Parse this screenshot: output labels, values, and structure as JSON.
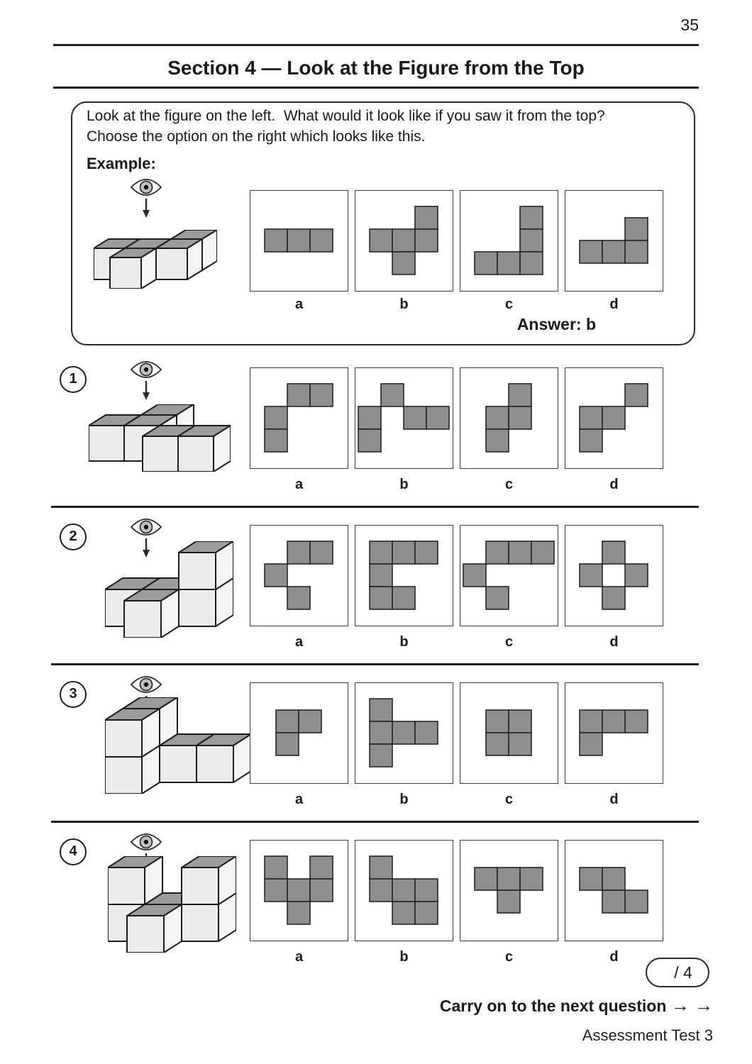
{
  "page": {
    "number": "35",
    "title": "Section 4 — Look at the Figure from the Top",
    "score_label": "/ 4",
    "carry_on": "Carry on to the next question",
    "carry_arrows": "→ →",
    "footer": "Assessment Test 3"
  },
  "icons": {
    "view_from_top": "eye-icon",
    "view_direction": "arrow-down-icon"
  },
  "colors": {
    "square_fill": "#8e8e8e",
    "square_border": "#262626",
    "cube_top": "#9c9c9c",
    "cube_front": "#ececec",
    "cube_side": "#f4f4f4",
    "cube_outline": "#1c1c1c",
    "ink": "#1f1f1f"
  },
  "example": {
    "instructions_line1": "Look at the figure on the left.  What would it look like if you saw it from the top?",
    "instructions_line2": "Choose the option on the right which looks like this.",
    "label": "Example:",
    "answer_label": "Answer: b",
    "figure_cubes": [
      [
        1,
        0,
        0
      ],
      [
        0,
        1,
        0
      ],
      [
        1,
        1,
        0
      ],
      [
        2,
        1,
        0
      ],
      [
        2,
        2,
        0
      ]
    ],
    "options": [
      {
        "label": "a",
        "cells": [
          [
            0,
            0
          ],
          [
            1,
            0
          ],
          [
            2,
            0
          ]
        ]
      },
      {
        "label": "b",
        "cells": [
          [
            2,
            0
          ],
          [
            0,
            1
          ],
          [
            1,
            1
          ],
          [
            2,
            1
          ],
          [
            1,
            2
          ]
        ]
      },
      {
        "label": "c",
        "cells": [
          [
            2,
            0
          ],
          [
            2,
            1
          ],
          [
            0,
            2
          ],
          [
            1,
            2
          ],
          [
            2,
            2
          ]
        ]
      },
      {
        "label": "d",
        "cells": [
          [
            2,
            0
          ],
          [
            0,
            1
          ],
          [
            1,
            1
          ],
          [
            2,
            1
          ]
        ]
      }
    ]
  },
  "questions": [
    {
      "number": "1",
      "figure_cubes": [
        [
          2,
          0,
          0
        ],
        [
          3,
          0,
          0
        ],
        [
          0,
          1,
          0
        ],
        [
          1,
          1,
          0
        ],
        [
          1,
          2,
          0
        ]
      ],
      "options": [
        {
          "label": "a",
          "cells": [
            [
              1,
              0
            ],
            [
              2,
              0
            ],
            [
              0,
              1
            ],
            [
              0,
              2
            ]
          ]
        },
        {
          "label": "b",
          "cells": [
            [
              1,
              0
            ],
            [
              0,
              1
            ],
            [
              2,
              1
            ],
            [
              3,
              1
            ],
            [
              0,
              2
            ]
          ]
        },
        {
          "label": "c",
          "cells": [
            [
              1,
              0
            ],
            [
              0,
              1
            ],
            [
              1,
              1
            ],
            [
              0,
              2
            ]
          ]
        },
        {
          "label": "d",
          "cells": [
            [
              2,
              0
            ],
            [
              0,
              1
            ],
            [
              1,
              1
            ],
            [
              0,
              2
            ]
          ]
        }
      ]
    },
    {
      "number": "2",
      "figure_cubes": [
        [
          1,
          0,
          0
        ],
        [
          0,
          1,
          0
        ],
        [
          1,
          1,
          0
        ],
        [
          2,
          1,
          0
        ],
        [
          2,
          1,
          1
        ]
      ],
      "options": [
        {
          "label": "a",
          "cells": [
            [
              1,
              0
            ],
            [
              2,
              0
            ],
            [
              0,
              1
            ],
            [
              1,
              2
            ]
          ]
        },
        {
          "label": "b",
          "cells": [
            [
              0,
              0
            ],
            [
              1,
              0
            ],
            [
              2,
              0
            ],
            [
              0,
              1
            ],
            [
              0,
              2
            ],
            [
              1,
              2
            ]
          ]
        },
        {
          "label": "c",
          "cells": [
            [
              1,
              0
            ],
            [
              2,
              0
            ],
            [
              3,
              0
            ],
            [
              0,
              1
            ],
            [
              1,
              2
            ]
          ]
        },
        {
          "label": "d",
          "cells": [
            [
              1,
              0
            ],
            [
              0,
              1
            ],
            [
              2,
              1
            ],
            [
              1,
              2
            ]
          ]
        }
      ]
    },
    {
      "number": "3",
      "figure_cubes": [
        [
          0,
          1,
          0
        ],
        [
          0,
          1,
          1
        ],
        [
          1,
          1,
          0
        ],
        [
          2,
          1,
          0
        ],
        [
          0,
          0,
          0
        ],
        [
          0,
          0,
          1
        ]
      ],
      "options": [
        {
          "label": "a",
          "cells": [
            [
              0,
              0
            ],
            [
              1,
              0
            ],
            [
              0,
              1
            ]
          ]
        },
        {
          "label": "b",
          "cells": [
            [
              0,
              0
            ],
            [
              0,
              1
            ],
            [
              1,
              1
            ],
            [
              2,
              1
            ],
            [
              0,
              2
            ]
          ]
        },
        {
          "label": "c",
          "cells": [
            [
              0,
              0
            ],
            [
              1,
              0
            ],
            [
              0,
              1
            ],
            [
              1,
              1
            ]
          ]
        },
        {
          "label": "d",
          "cells": [
            [
              0,
              0
            ],
            [
              1,
              0
            ],
            [
              2,
              0
            ],
            [
              0,
              1
            ]
          ]
        }
      ]
    },
    {
      "number": "4",
      "figure_cubes": [
        [
          1,
          0,
          0
        ],
        [
          0,
          1,
          0
        ],
        [
          0,
          1,
          1
        ],
        [
          1,
          1,
          0
        ],
        [
          2,
          1,
          0
        ],
        [
          2,
          1,
          1
        ]
      ],
      "options": [
        {
          "label": "a",
          "cells": [
            [
              0,
              0
            ],
            [
              2,
              0
            ],
            [
              0,
              1
            ],
            [
              1,
              1
            ],
            [
              2,
              1
            ],
            [
              1,
              2
            ]
          ]
        },
        {
          "label": "b",
          "cells": [
            [
              0,
              0
            ],
            [
              0,
              1
            ],
            [
              1,
              1
            ],
            [
              2,
              1
            ],
            [
              1,
              2
            ],
            [
              2,
              2
            ]
          ]
        },
        {
          "label": "c",
          "cells": [
            [
              0,
              0
            ],
            [
              1,
              0
            ],
            [
              2,
              0
            ],
            [
              1,
              1
            ]
          ]
        },
        {
          "label": "d",
          "cells": [
            [
              0,
              0
            ],
            [
              1,
              0
            ],
            [
              1,
              1
            ],
            [
              2,
              1
            ]
          ]
        }
      ]
    }
  ]
}
